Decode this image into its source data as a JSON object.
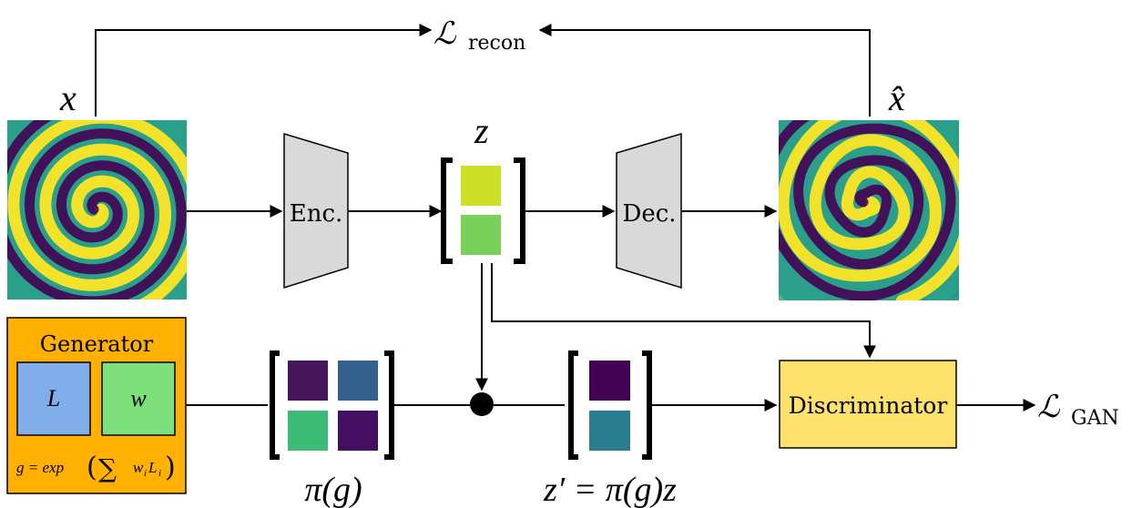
{
  "diagram": {
    "input_label": "x",
    "output_label": "x̂",
    "latent_label": "z",
    "encoder_label": "Enc.",
    "decoder_label": "Dec.",
    "recon_loss": {
      "symbol": "ℒ",
      "subscript": "recon"
    },
    "gan_loss": {
      "symbol": "ℒ",
      "subscript": "GAN"
    },
    "discriminator_label": "Discriminator",
    "generator": {
      "title": "Generator",
      "L_label": "L",
      "w_label": "w",
      "formula": {
        "lhs": "g = exp",
        "sum": "∑",
        "term_w": "w",
        "term_w_sub": "i",
        "term_L": "L",
        "term_L_sub": "i"
      }
    },
    "pi_label": "π(g)",
    "zprime_label": "z′ = π(g)z"
  },
  "colors": {
    "generator_bg": "#FFB000",
    "L_box": "#7FAEE8",
    "w_box": "#7CE07C",
    "discriminator_bg": "#FFE26B",
    "trapezoid": "#D9D9D9",
    "latent_top": "#CDE025",
    "latent_bottom": "#7AD15A",
    "pi_tl": "#45165C",
    "pi_tr": "#34608D",
    "pi_bl": "#3BBB75",
    "pi_br": "#440F63",
    "zp_top": "#440154",
    "zp_bottom": "#287C8E"
  }
}
